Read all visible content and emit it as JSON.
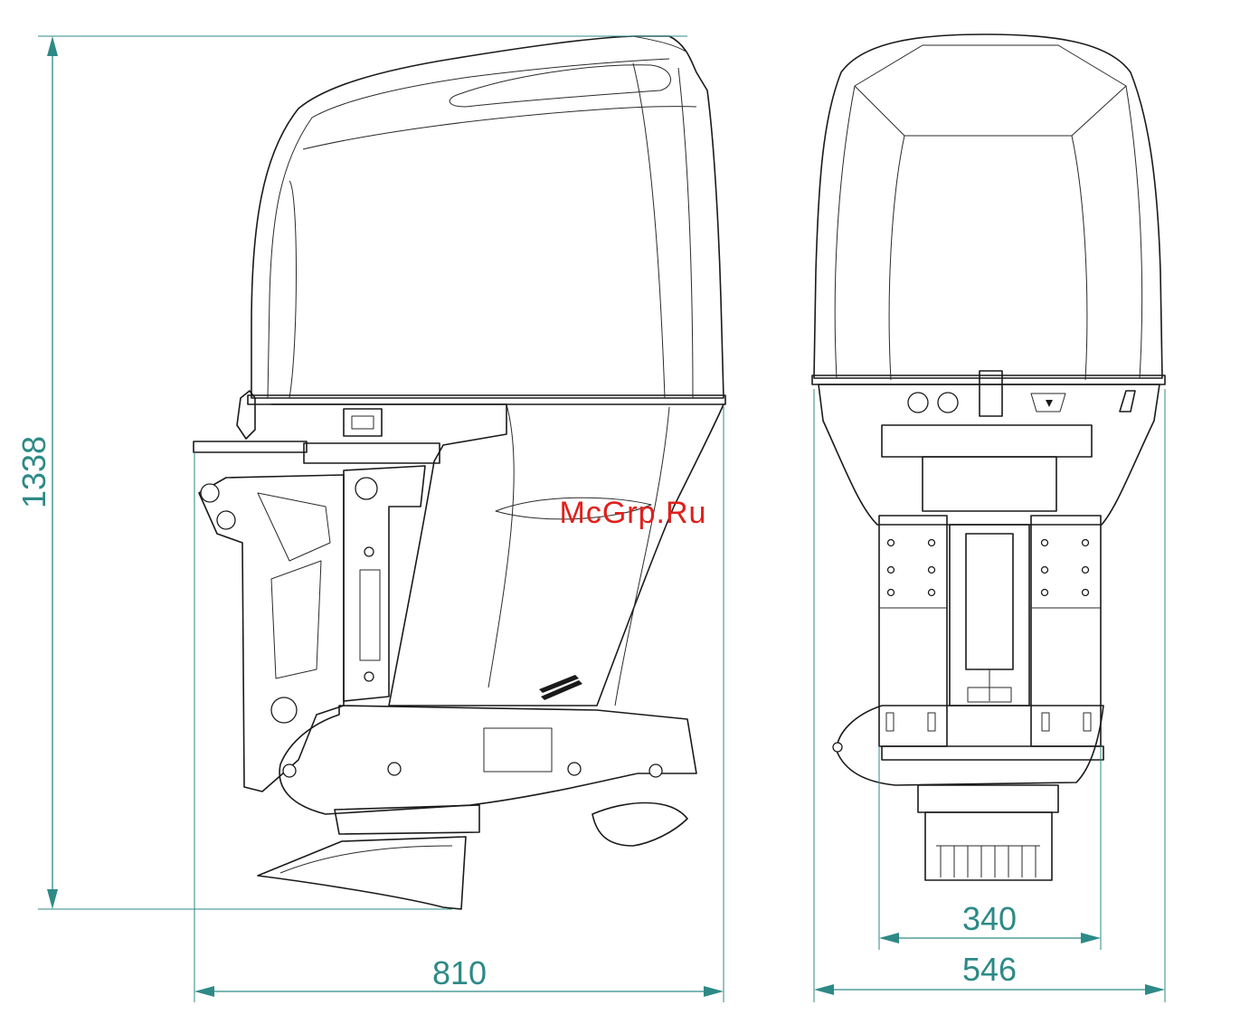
{
  "dimensions": {
    "overall_height": "1338",
    "side_view_length": "810",
    "rear_view_inner_width": "340",
    "rear_view_overall_width": "546"
  },
  "watermark": "McGrp.Ru",
  "colors": {
    "dimension_lines": "#2d8a86",
    "outline": "#1a1a1a",
    "watermark": "#e0201c"
  }
}
